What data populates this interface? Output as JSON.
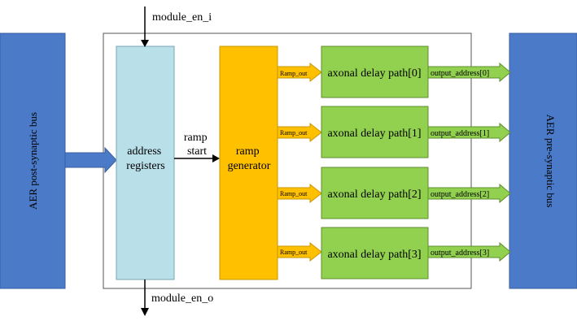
{
  "signals": {
    "module_en_in": "module_en_i",
    "module_en_out": "module_en_o",
    "ramp_start_line1": "ramp",
    "ramp_start_line2": "start"
  },
  "blocks": {
    "aer_post_bus": "AER post-synaptic bus",
    "aer_pre_bus": "AER pre-synaptic bus",
    "address_registers_line1": "address",
    "address_registers_line2": "registers",
    "ramp_generator_line1": "ramp",
    "ramp_generator_line2": "generator"
  },
  "delay_paths": [
    {
      "ramp_label": "Ramp_out",
      "path_label": "axonal delay path[0]",
      "output_label": "output_address[0]"
    },
    {
      "ramp_label": "Ramp_out",
      "path_label": "axonal delay path[1]",
      "output_label": "output_address[1]"
    },
    {
      "ramp_label": "Ramp_out",
      "path_label": "axonal delay path[2]",
      "output_label": "output_address[2]"
    },
    {
      "ramp_label": "Ramp_out",
      "path_label": "axonal delay path[3]",
      "output_label": "output_address[3]"
    }
  ],
  "colors": {
    "bus_blue": "#4a7ac8",
    "register_blue": "#b9dfe9",
    "ramp_orange": "#ffc000",
    "path_green": "#92d050",
    "outline": "#555555"
  }
}
